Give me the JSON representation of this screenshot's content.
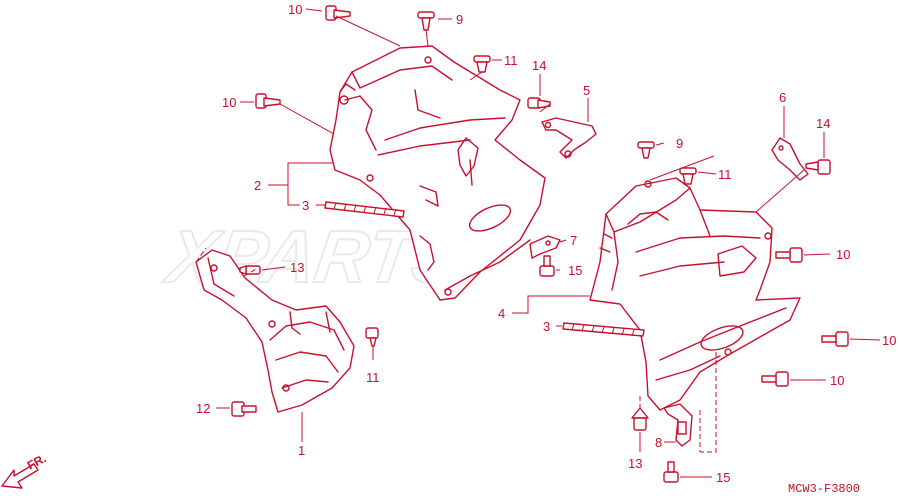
{
  "watermark": "XPARTS",
  "diagram_code": "MCW3-F3800",
  "direction_label": "FR.",
  "callouts": {
    "c10a": "10",
    "c9a": "9",
    "c11a": "11",
    "c14a": "14",
    "c5": "5",
    "c10b": "10",
    "c2": "2",
    "c3a": "3",
    "c7": "7",
    "c15a": "15",
    "c13a": "13",
    "c11b": "11",
    "c12": "12",
    "c1": "1",
    "c9b": "9",
    "c11c": "11",
    "c6": "6",
    "c14b": "14",
    "c10c": "10",
    "c4": "4",
    "c3b": "3",
    "c10d": "10",
    "c10e": "10",
    "c8": "8",
    "c13b": "13",
    "c15b": "15"
  },
  "colors": {
    "line": "#c8102e",
    "watermark": "#e9e9e9"
  }
}
